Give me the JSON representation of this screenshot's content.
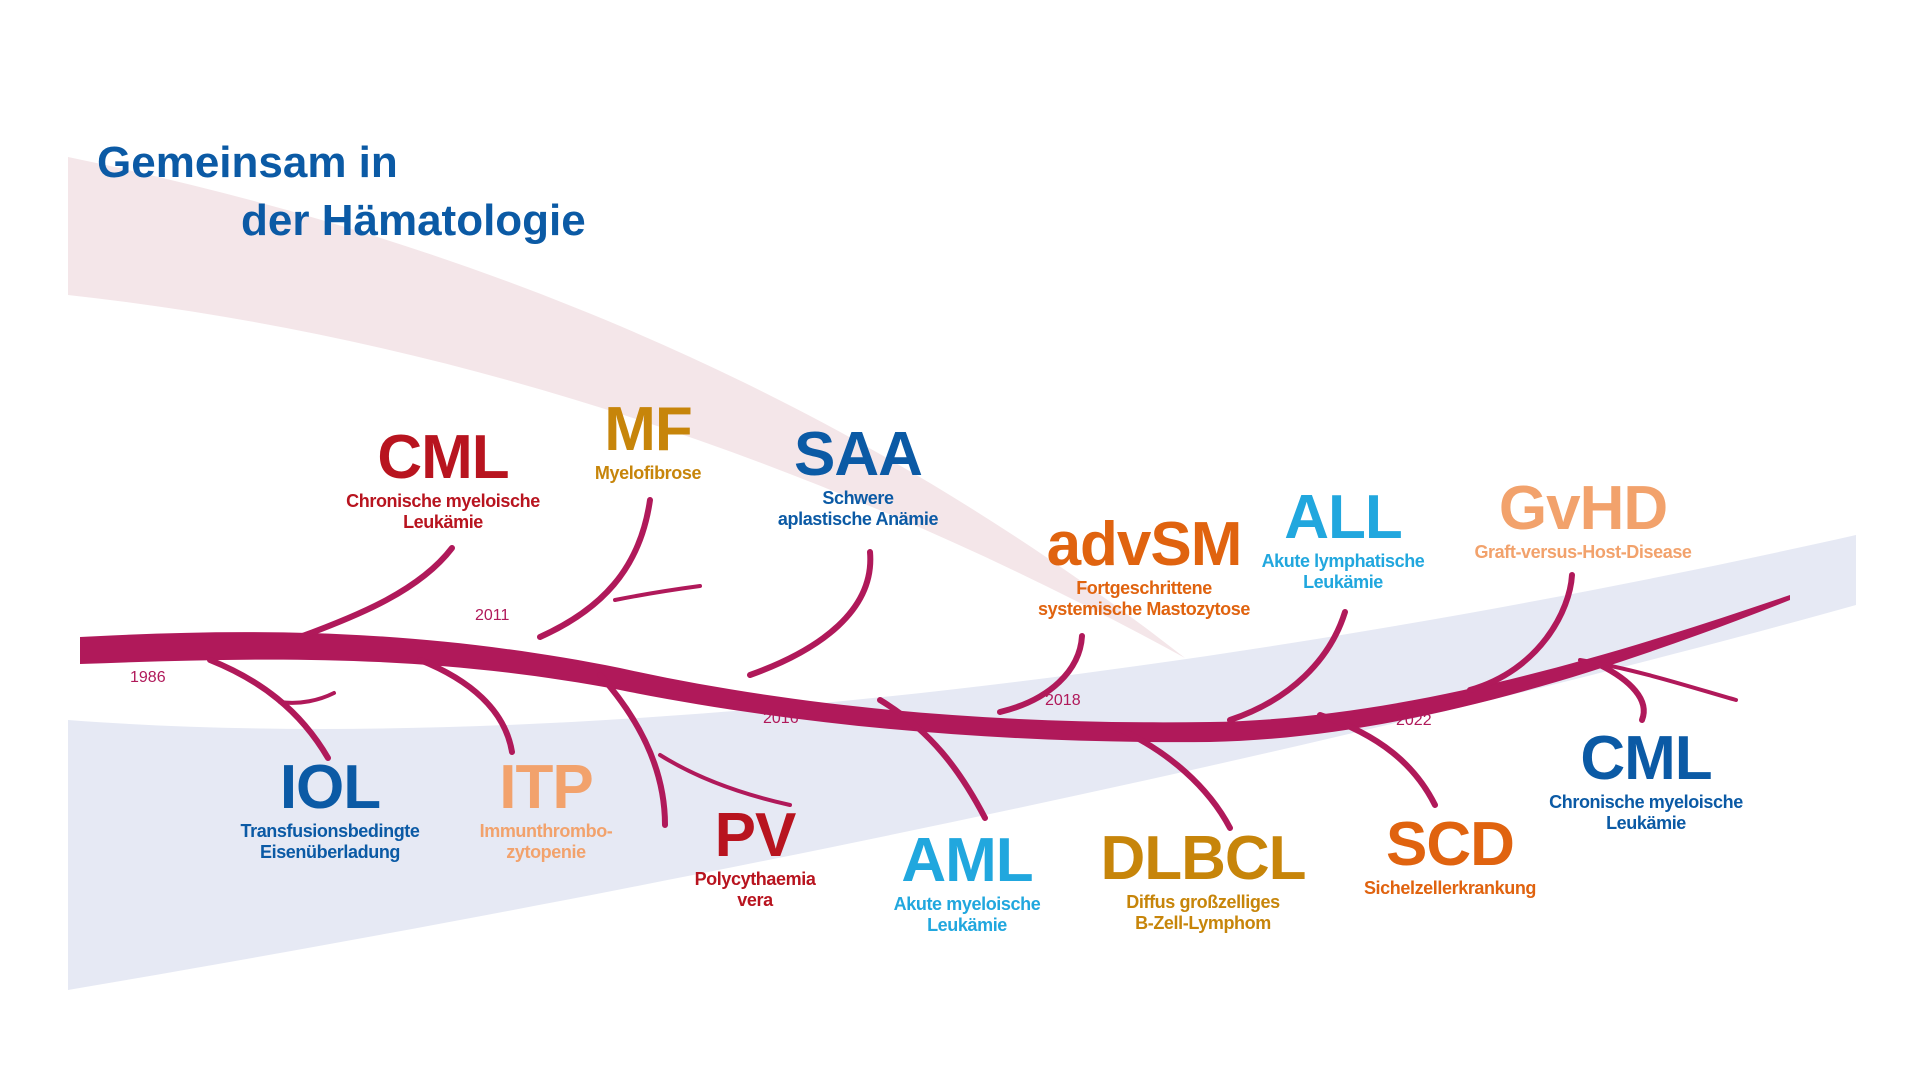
{
  "title": {
    "line1": "Gemeinsam in",
    "line2": "der Hämatologie"
  },
  "colors": {
    "branch": "#b0195a",
    "dark_red": "#b8141f",
    "gold": "#c7850a",
    "dark_blue": "#0b5aa5",
    "light_blue": "#21a7de",
    "orange": "#e0630f",
    "peach": "#f2a26c",
    "pink_band": "#f4e6e9",
    "blue_band": "#e6e9f4"
  },
  "years": [
    "1986",
    "2011",
    "2016",
    "2018",
    "2022"
  ],
  "nodes": [
    {
      "abbr": "CML",
      "desc": [
        "Chronische myeloische",
        "Leukämie"
      ],
      "color": "dark_red"
    },
    {
      "abbr": "MF",
      "desc": [
        "Myelofibrose"
      ],
      "color": "gold"
    },
    {
      "abbr": "SAA",
      "desc": [
        "Schwere",
        "aplastische Anämie"
      ],
      "color": "dark_blue"
    },
    {
      "abbr": "advSM",
      "desc": [
        "Fortgeschrittene",
        "systemische Mastozytose"
      ],
      "color": "orange"
    },
    {
      "abbr": "ALL",
      "desc": [
        "Akute lymphatische",
        "Leukämie"
      ],
      "color": "light_blue"
    },
    {
      "abbr": "GvHD",
      "desc": [
        "Graft-versus-Host-Disease"
      ],
      "color": "peach"
    },
    {
      "abbr": "IOL",
      "desc": [
        "Transfusionsbedingte",
        "Eisenüberladung"
      ],
      "color": "dark_blue"
    },
    {
      "abbr": "ITP",
      "desc": [
        "Immunthrombo-",
        "zytopenie"
      ],
      "color": "peach"
    },
    {
      "abbr": "PV",
      "desc": [
        "Polycythaemia",
        "vera"
      ],
      "color": "dark_red"
    },
    {
      "abbr": "AML",
      "desc": [
        "Akute myeloische",
        "Leukämie"
      ],
      "color": "light_blue"
    },
    {
      "abbr": "DLBCL",
      "desc": [
        "Diffus großzelliges",
        "B-Zell-Lymphom"
      ],
      "color": "gold"
    },
    {
      "abbr": "SCD",
      "desc": [
        "Sichelzellerkrankung"
      ],
      "color": "orange"
    },
    {
      "abbr": "CML",
      "desc": [
        "Chronische myeloische",
        "Leukämie"
      ],
      "color": "dark_blue"
    }
  ]
}
